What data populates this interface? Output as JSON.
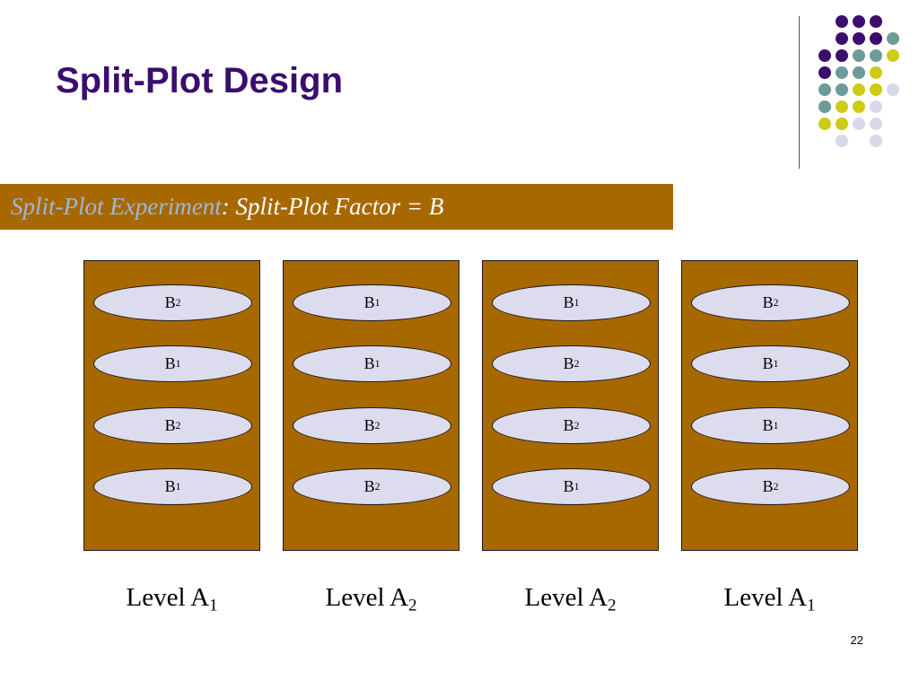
{
  "title": "Split-Plot Design",
  "banner": {
    "highlight": "Split-Plot Experiment",
    "rest": " : Split-Plot Factor = B"
  },
  "colors": {
    "title": "#3b0e6e",
    "plot_fill": "#a86800",
    "subplot_fill": "#dcdcee",
    "banner_highlight": "#9cb8d9",
    "deco_dot_purple": "#3b0e6e",
    "deco_dot_teal": "#6d9b9b",
    "deco_dot_yellow": "#cccc14",
    "deco_dot_lavender": "#d8d8ea"
  },
  "plots": [
    {
      "level_base": "Level A",
      "level_sub": "1",
      "subplots": [
        {
          "base": "B",
          "sub": "2"
        },
        {
          "base": "B",
          "sub": "1"
        },
        {
          "base": "B",
          "sub": "2"
        },
        {
          "base": "B",
          "sub": "1"
        }
      ]
    },
    {
      "level_base": "Level A",
      "level_sub": "2",
      "subplots": [
        {
          "base": "B",
          "sub": "1"
        },
        {
          "base": "B",
          "sub": "1"
        },
        {
          "base": "B",
          "sub": "2"
        },
        {
          "base": "B",
          "sub": "2"
        }
      ]
    },
    {
      "level_base": "Level A",
      "level_sub": "2",
      "subplots": [
        {
          "base": "B",
          "sub": "1"
        },
        {
          "base": "B",
          "sub": "2"
        },
        {
          "base": "B",
          "sub": "2"
        },
        {
          "base": "B",
          "sub": "1"
        }
      ]
    },
    {
      "level_base": "Level A",
      "level_sub": "1",
      "subplots": [
        {
          "base": "B",
          "sub": "2"
        },
        {
          "base": "B",
          "sub": "1"
        },
        {
          "base": "B",
          "sub": "1"
        },
        {
          "base": "B",
          "sub": "2"
        }
      ]
    }
  ],
  "page_number": "22"
}
